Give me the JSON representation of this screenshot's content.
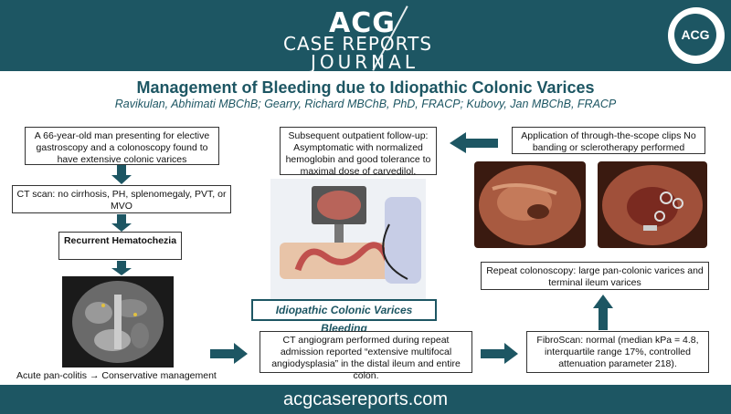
{
  "header": {
    "logo_line1": "ACG",
    "logo_line2": "CASE REPORTS",
    "logo_line3": "JOURNAL",
    "seal_text": "ACG",
    "background": "#1d5663"
  },
  "title": "Management of Bleeding due to Idiopathic Colonic Varices",
  "authors": "Ravikulan, Abhimati MBChB; Gearry, Richard MBChB, PhD, FRACP; Kubovy, Jan MBChB, FRACP",
  "left_column": {
    "presentation": "A 66-year-old man presenting for elective gastroscopy and a colonoscopy found to have extensive colonic varices",
    "ct_scan": "CT scan: no cirrhosis, PH, splenomegaly, PVT, or MVO",
    "recurrent": "Recurrent Hematochezia",
    "caption": "Acute pan-colitis → Conservative management"
  },
  "middle_column": {
    "followup": "Subsequent outpatient follow-up: Asymptomatic with normalized hemoglobin and good tolerance to maximal dose of carvedilol.",
    "highlight": "Idiopathic Colonic Varices Bleeding",
    "ct_angiogram": "CT angiogram performed during repeat admission reported “extensive multifocal angiodysplasia” in the distal ileum and entire colon."
  },
  "right_column": {
    "clips": "Application of through-the-scope clips No banding or sclerotherapy performed",
    "repeat_colonoscopy": "Repeat colonoscopy: large pan-colonic varices and terminal ileum varices",
    "fibroscan": "FibroScan: normal (median kPa = 4.8, interquartile range 17%, controlled attenuation parameter 218)."
  },
  "footer": "acgcasereports.com",
  "colors": {
    "accent": "#1d5663",
    "arrow": "#1d5663"
  }
}
